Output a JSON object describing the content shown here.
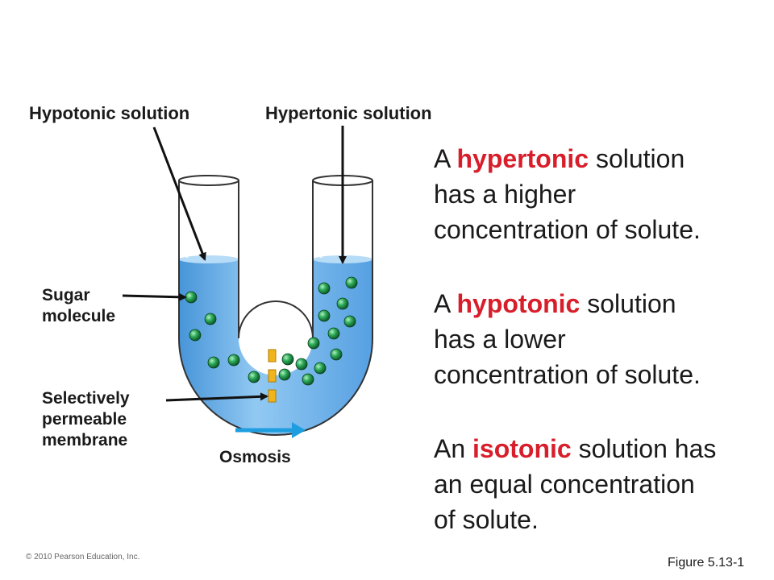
{
  "labels": {
    "hypotonic": "Hypotonic solution",
    "hypertonic": "Hypertonic solution",
    "sugar_line1": "Sugar",
    "sugar_line2": "molecule",
    "membrane_line1": "Selectively",
    "membrane_line2": "permeable",
    "membrane_line3": "membrane",
    "osmosis": "Osmosis"
  },
  "definitions": [
    {
      "pre": "A ",
      "keyword": "hypertonic",
      "line1_rest": " solution",
      "line2": "has a higher",
      "line3": "concentration of solute."
    },
    {
      "pre": "A ",
      "keyword": "hypotonic",
      "line1_rest": " solution",
      "line2": "has a lower",
      "line3": "concentration of solute."
    },
    {
      "pre": "An ",
      "keyword": "isotonic",
      "line1_rest": " solution has",
      "line2": "an equal concentration",
      "line3": "of solute."
    }
  ],
  "footer": {
    "copyright": "© 2010 Pearson Education, Inc.",
    "figure": "Figure 5.13-1"
  },
  "colors": {
    "water": "#5aa7e6",
    "molecule": "#1f9a4e",
    "membrane": "#f2b41c",
    "osmosis_arrow": "#1e9ee0",
    "keyword": "#d81e2a"
  }
}
